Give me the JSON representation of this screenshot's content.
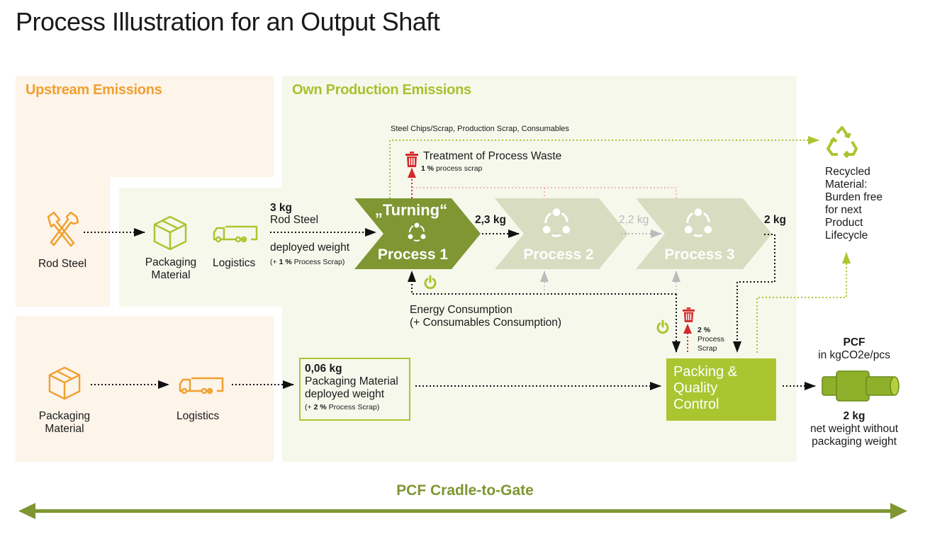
{
  "title": "Process Illustration for an Output Shaft",
  "regions": {
    "upstream": {
      "label": "Upstream Emissions",
      "color": "#f0a030"
    },
    "own_production": {
      "label": "Own Production Emissions",
      "color": "#a9c12c"
    }
  },
  "upstream_row1": {
    "rod_steel": {
      "label": "Rod Steel",
      "icon": "hammer-chisel-icon"
    },
    "packaging": {
      "label_line1": "Packaging",
      "label_line2": "Material",
      "icon": "box-icon"
    },
    "logistics": {
      "label": "Logistics",
      "icon": "truck-icon"
    }
  },
  "input_flow": {
    "weight": "3 kg",
    "material": "Rod Steel",
    "note": "deployed weight",
    "scrap_prefix": "(+",
    "scrap_pct": "1 %",
    "scrap_suffix": "Process Scrap)"
  },
  "waste": {
    "header": "Steel Chips/Scrap, Production Scrap, Consumables",
    "treatment_label": "Treatment of Process Waste",
    "treatment_pct": "1 %",
    "treatment_suffix": "process scrap",
    "icon": "trash-icon"
  },
  "processes": [
    {
      "name": "„Turning“",
      "label": "Process 1",
      "active": true,
      "color": "#7f9632",
      "icon": "cycle-icon"
    },
    {
      "name": "",
      "label": "Process 2",
      "active": false,
      "color": "#d8dcc0",
      "icon": "cycle-icon"
    },
    {
      "name": "",
      "label": "Process 3",
      "active": false,
      "color": "#d8dcc0",
      "icon": "cycle-icon"
    }
  ],
  "flows": {
    "p1_to_p2": "2,3 kg",
    "p2_to_p3": "2,2 kg",
    "p3_out": "2 kg"
  },
  "energy": {
    "line1": "Energy Consumption",
    "line2": "(+ Consumables Consumption)",
    "icon": "power-icon"
  },
  "recycled": {
    "lines": [
      "Recycled",
      "Material:",
      "Burden free",
      "for next",
      "Product",
      "Lifecycle"
    ],
    "icon": "recycle-icon"
  },
  "upstream_row2": {
    "packaging": {
      "label_line1": "Packaging",
      "label_line2": "Material",
      "icon": "box-icon"
    },
    "logistics": {
      "label": "Logistics",
      "icon": "truck-icon"
    }
  },
  "packaging_box": {
    "weight": "0,06 kg",
    "line1": "Packaging Material",
    "line2": "deployed weight",
    "scrap_prefix": "(+",
    "scrap_pct": "2 %",
    "scrap_suffix": "Process Scrap)"
  },
  "packing_scrap": {
    "pct": "2 %",
    "line1": "Process",
    "line2": "Scrap"
  },
  "packing_qc": {
    "line1": "Packing &",
    "line2": "Quality",
    "line3": "Control",
    "color": "#aac530"
  },
  "pcf": {
    "title": "PCF",
    "unit": "in kgCO2e/pcs",
    "weight": "2 kg",
    "note_line1": "net weight without",
    "note_line2": "packaging weight",
    "icon": "shaft-icon"
  },
  "cradle": {
    "label": "PCF Cradle-to-Gate",
    "color": "#7f9632"
  }
}
